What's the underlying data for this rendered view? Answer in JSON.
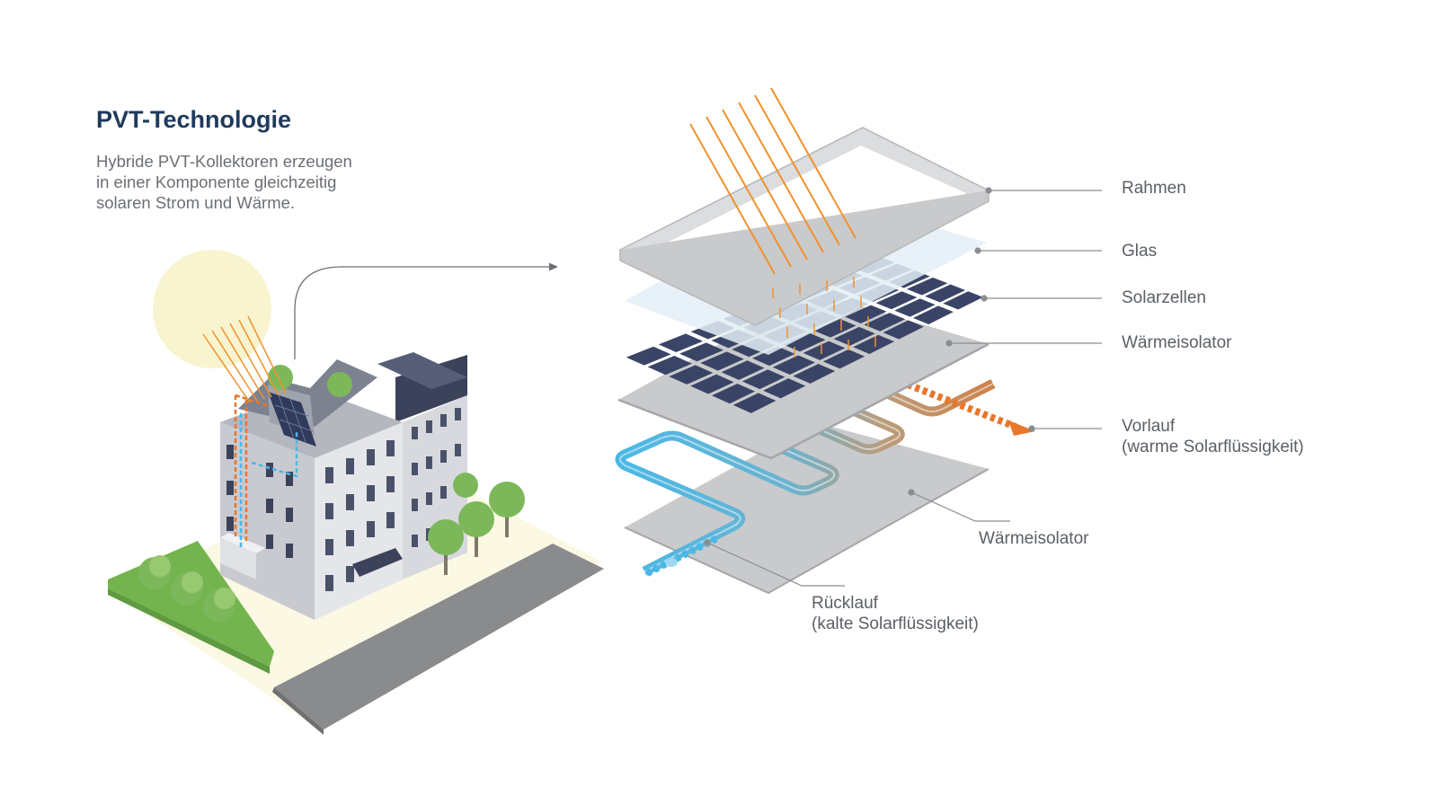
{
  "header": {
    "title": "PVT-Technologie",
    "description_lines": [
      "Hybride PVT-Kollektoren erzeugen",
      "in einer Komponente gleichzeitig",
      "solaren Strom und Wärme."
    ]
  },
  "labels": {
    "frame": "Rahmen",
    "glass": "Glas",
    "solar_cells": "Solarzellen",
    "insulator_top": "Wärmeisolator",
    "flow_line1": "Vorlauf",
    "flow_line2": "(warme Solarflüssigkeit)",
    "insulator_bottom": "Wärmeisolator",
    "return_line1": "Rücklauf",
    "return_line2": "(kalte Solarflüssigkeit)"
  },
  "colors": {
    "title": "#1f3a5c",
    "sun_ray": "#f0922e",
    "warm_fluid": "#e8762b",
    "cold_fluid": "#4ab8e6",
    "solar_cell": "#3a4466",
    "insulator": "#c9cacc",
    "frame": "#dcdddf",
    "glass": "#e3eef6",
    "leader_line": "#8a8d91",
    "sun": "#f8f4cf",
    "lawn": "#73b44f",
    "street": "#8a8b8d"
  }
}
